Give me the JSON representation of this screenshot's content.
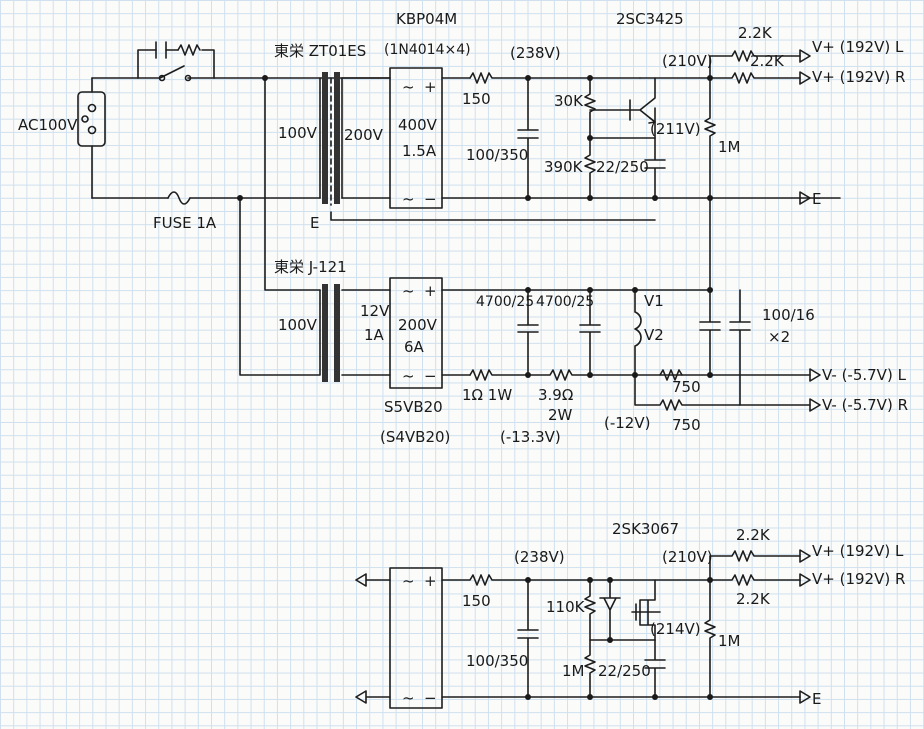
{
  "labels": {
    "ac_input": "AC100V",
    "fuse": "FUSE 1A",
    "transformer1": "東栄 ZT01ES",
    "t1_primary": "100V",
    "t1_secondary": "200V",
    "t1_tap": "E",
    "bridge1_part": "KBP04M",
    "bridge1_alt": "(1N4014×4)",
    "bridge1_rating_v": "400V",
    "bridge1_rating_a": "1.5A",
    "v238_top": "(238V)",
    "r150_top": "150",
    "cap_100_350_top": "100/350",
    "r30k": "30K",
    "r390k": "390K",
    "cap_22_250_top": "22/250",
    "transistor": "2SC3425",
    "v210_top": "(210V)",
    "v211": "(211V)",
    "r2k2_top_l": "2.2K",
    "r2k2_top_r": "2.2K",
    "out_vplus_l": "V+ (192V) L",
    "out_vplus_r": "V+ (192V) R",
    "r1m_top": "1M",
    "out_e_top": "E",
    "transformer2": "東栄 J-121",
    "t2_primary": "100V",
    "t2_sec_v": "12V",
    "t2_sec_a": "1A",
    "bridge2_v": "200V",
    "bridge2_a": "6A",
    "bridge2_part": "S5VB20",
    "bridge2_alt": "(S4VB20)",
    "cap_4700_a": "4700/25",
    "cap_4700_b": "4700/25",
    "r1ohm": "1Ω 1W",
    "r3_9": "3.9Ω",
    "r3_9_w": "2W",
    "v_minus13": "(-13.3V)",
    "v_minus12": "(-12V)",
    "heater_v1": "V1",
    "heater_v2": "V2",
    "cap_100_16": "100/16",
    "cap_100_16_x": "×2",
    "r750_l": "750",
    "r750_r": "750",
    "out_vminus_l": "V- (-5.7V) L",
    "out_vminus_r": "V- (-5.7V) R",
    "mosfet": "2SK3067",
    "v238_bot": "(238V)",
    "v210_bot": "(210V)",
    "r150_bot": "150",
    "r110k": "110K",
    "r1m_bot_left": "1M",
    "cap_100_350_bot": "100/350",
    "cap_22_250_bot": "22/250",
    "v214": "(214V)",
    "r2k2_bot_l": "2.2K",
    "r2k2_bot_r": "2.2K",
    "r1m_bot_right": "1M",
    "out_vplus_l_bot": "V+ (192V) L",
    "out_vplus_r_bot": "V+ (192V) R",
    "out_e_bot": "E",
    "bridge_plus": "+",
    "bridge_minus": "−",
    "bridge_ac": "~"
  }
}
